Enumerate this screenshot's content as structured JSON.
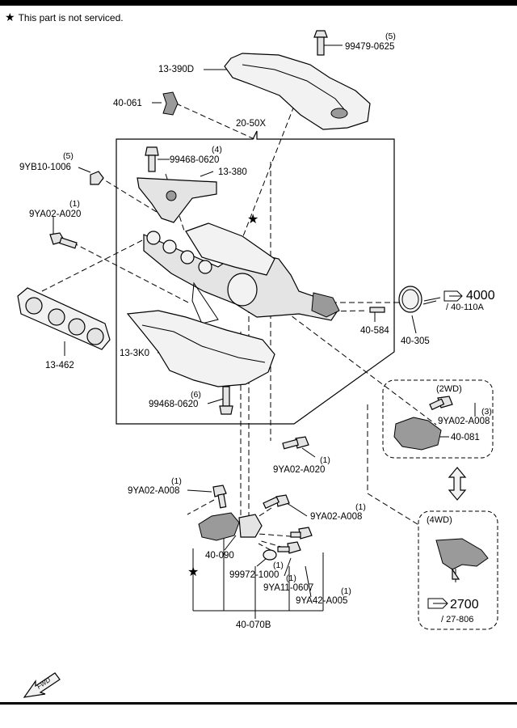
{
  "note": {
    "symbol": "★",
    "text": "This part is not serviced."
  },
  "callouts": {
    "c_13390D": "13-390D",
    "c_40061": "40-061",
    "c_99479": "99479-0625",
    "q_99479": "(5)",
    "c_2050X": "20-50X",
    "c_9YB10": "9YB10-1006",
    "q_9YB10": "(5)",
    "c_99468a": "99468-0620",
    "q_99468a": "(4)",
    "c_13380": "13-380",
    "c_9YA02a": "9YA02-A020",
    "q_9YA02a": "(1)",
    "c_13462": "13-462",
    "c_13K0": "13-3K0",
    "c_99468b": "99468-0620",
    "q_99468b": "(6)",
    "c_40584": "40-584",
    "c_40305": "40-305",
    "c_4000": "4000",
    "c_40110A": "/ 40-110A",
    "c_2WD": "(2WD)",
    "c_9YA02b": "9YA02-A008",
    "q_9YA02b": "(3)",
    "c_40081": "40-081",
    "c_9YA02c": "9YA02-A020",
    "q_9YA02c": "(1)",
    "c_9YA02d": "9YA02-A008",
    "q_9YA02d": "(1)",
    "c_9YA02e": "9YA02-A008",
    "q_9YA02e": "(1)",
    "c_4WD": "(4WD)",
    "c_40090": "40-090",
    "c_99972": "99972-1000",
    "q_99972": "(1)",
    "c_9YA11": "9YA11-0607",
    "q_9YA11": "(1)",
    "c_9YA42": "9YA42-A005",
    "q_9YA42": "(1)",
    "c_40070B": "40-070B",
    "c_2700": "2700",
    "c_27806": "/ 27-806",
    "c_fwd": "FWD",
    "star": "★"
  }
}
